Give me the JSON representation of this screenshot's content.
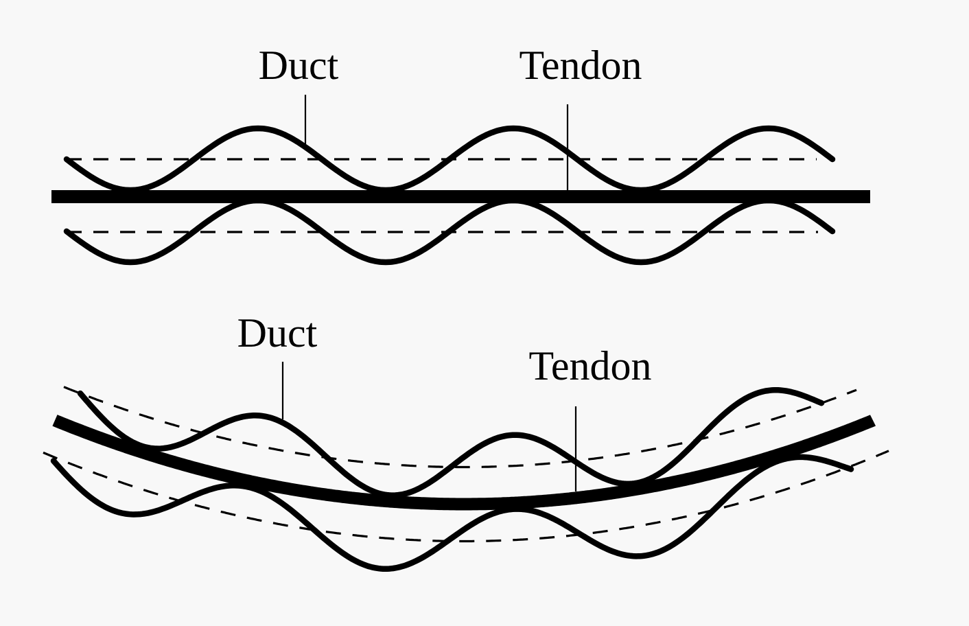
{
  "canvas": {
    "background_color": "#f8f8f8",
    "ink_color": "#000000"
  },
  "figure_top": {
    "duct_label": "Duct",
    "tendon_label": "Tendon"
  },
  "figure_bottom": {
    "duct_label": "Duct",
    "tendon_label": "Tendon"
  }
}
